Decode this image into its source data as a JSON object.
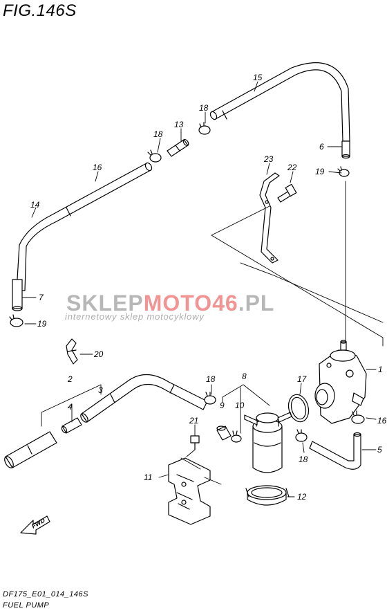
{
  "figure": {
    "title": "FIG.146S"
  },
  "footer": {
    "code": "DF175_E01_014_146S",
    "name": "FUEL PUMP"
  },
  "watermark": {
    "brand_a": "SKLEP",
    "brand_b": "MOTO",
    "brand_c": "46",
    "brand_d": ".PL",
    "tagline": "internetowy sklep motocyklowy"
  },
  "direction": {
    "label": "FWD"
  },
  "callouts": {
    "c1": "1",
    "c2": "2",
    "c3": "3",
    "c4": "4",
    "c5": "5",
    "c6": "6",
    "c7": "7",
    "c8": "8",
    "c9": "9",
    "c10": "10",
    "c11": "11",
    "c12": "12",
    "c13": "13",
    "c14": "14",
    "c15": "15",
    "c16a": "16",
    "c16b": "16",
    "c17": "17",
    "c18a": "18",
    "c18b": "18",
    "c18c": "18",
    "c18d": "18",
    "c19a": "19",
    "c19b": "19",
    "c20": "20",
    "c21": "21",
    "c22": "22",
    "c23": "23"
  }
}
